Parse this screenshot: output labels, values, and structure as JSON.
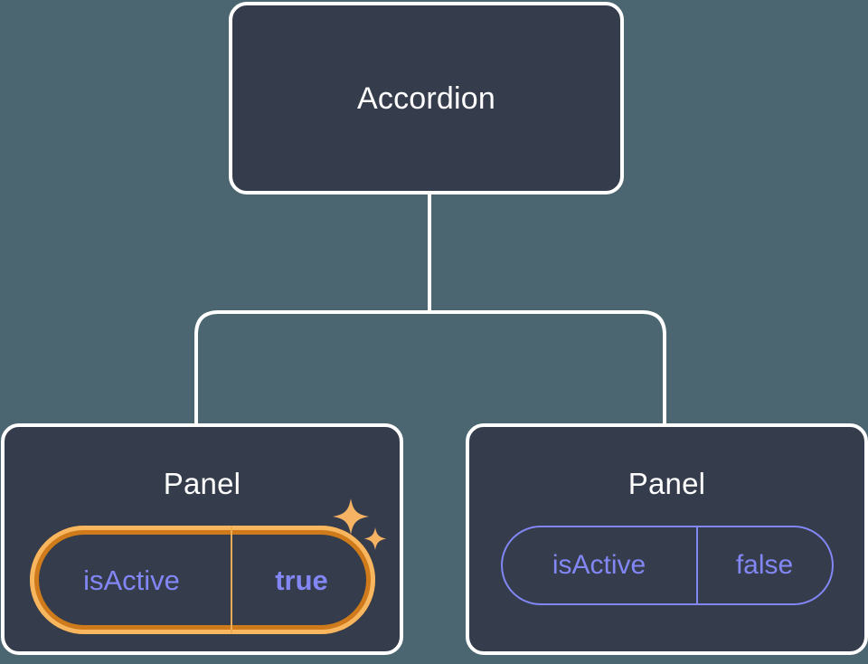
{
  "diagram": {
    "type": "component-tree",
    "title": "Accordion component tree",
    "background_color": "#4b6670",
    "node_fill_color": "#353c4b",
    "node_border_color": "#ffffff",
    "connector_color": "#ffffff",
    "prop_text_color": "#8287f5",
    "highlight_outer_color": "#cf7a1b",
    "highlight_inner_color": "#f8b65f",
    "sparkle_color": "#f5b363"
  },
  "root": {
    "label": "Accordion"
  },
  "children": [
    {
      "label": "Panel",
      "highlighted": true,
      "prop": {
        "key": "isActive",
        "value": "true",
        "value_bold": true
      },
      "sparkle_icon": "sparkles-icon"
    },
    {
      "label": "Panel",
      "highlighted": false,
      "prop": {
        "key": "isActive",
        "value": "false",
        "value_bold": false
      }
    }
  ]
}
